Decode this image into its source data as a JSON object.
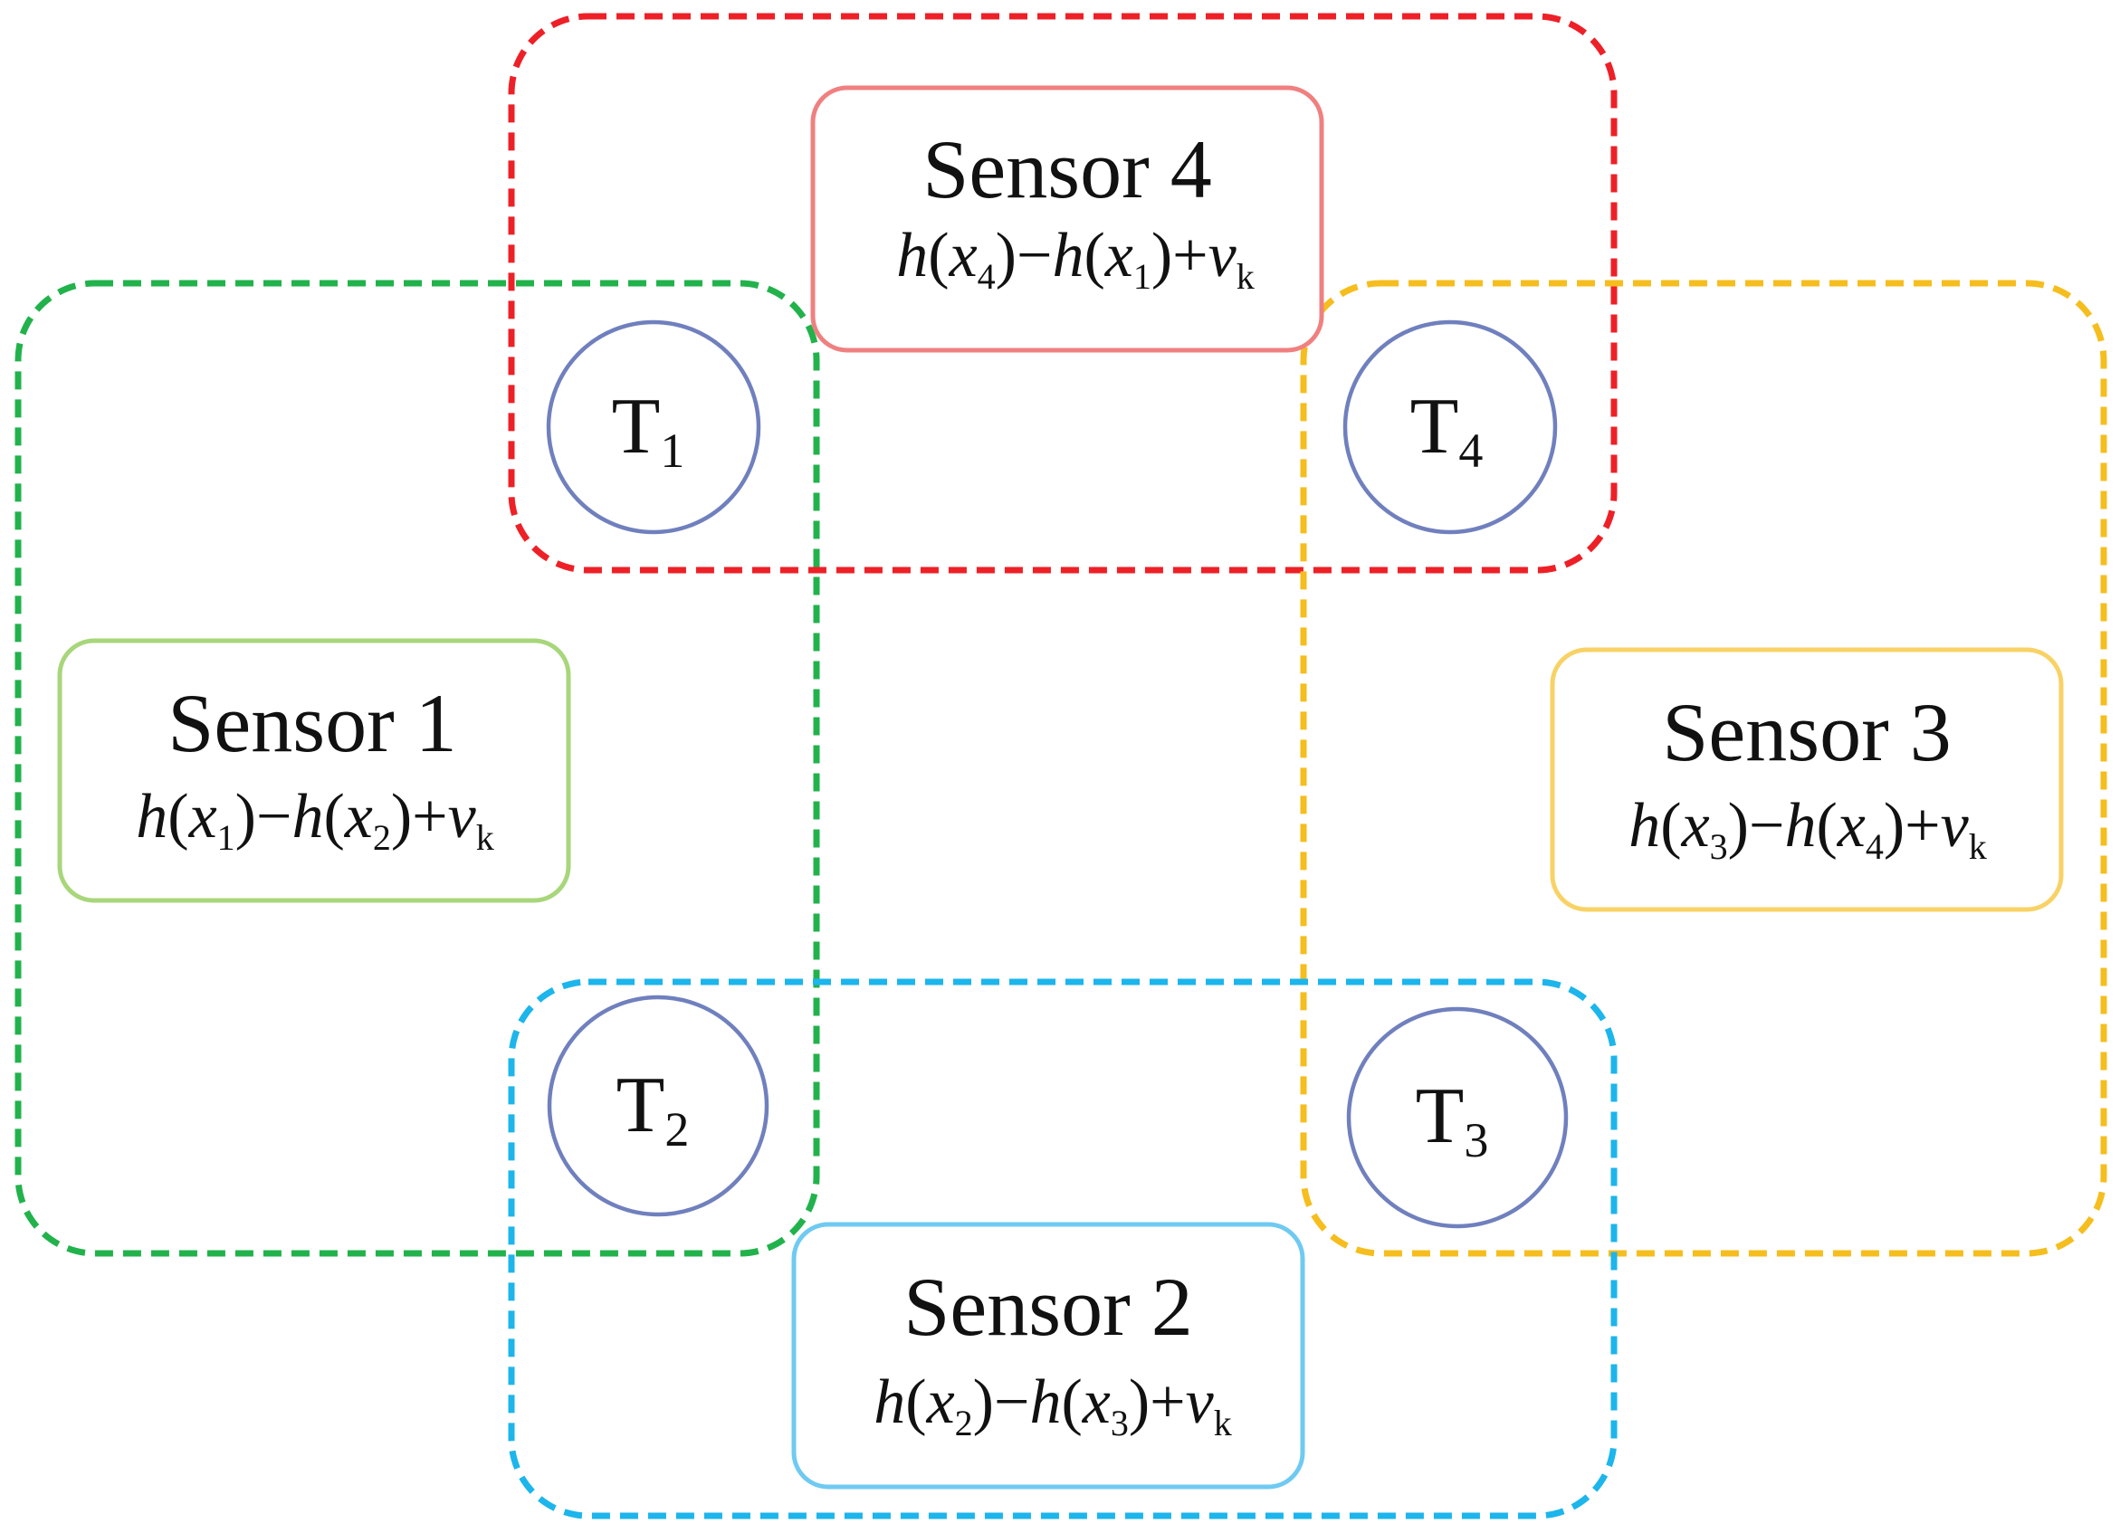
{
  "colors": {
    "sensor1": "#22b24c",
    "sensor1_box": "#a8d67a",
    "sensor2": "#1cb5ec",
    "sensor2_box": "#6fcaf2",
    "sensor3": "#f5be1e",
    "sensor3_box": "#f8d265",
    "sensor4": "#ee2027",
    "sensor4_box": "#f08080",
    "target": "#7080be"
  },
  "sensors": [
    {
      "title": "Sensor 1",
      "f1": "h",
      "f2": "(",
      "f3": "x",
      "f4": "1",
      "f5": ")−",
      "f6": "h",
      "f7": "(",
      "f8": "x",
      "f9": "2",
      "f10": ")+",
      "f11": "v",
      "f12": "k"
    },
    {
      "title": "Sensor 2",
      "f1": "h",
      "f2": "(",
      "f3": "x",
      "f4": "2",
      "f5": ")−",
      "f6": "h",
      "f7": "(",
      "f8": "x",
      "f9": "3",
      "f10": ")+",
      "f11": "v",
      "f12": "k"
    },
    {
      "title": "Sensor 3",
      "f1": "h",
      "f2": "(",
      "f3": "x",
      "f4": "3",
      "f5": ")−",
      "f6": "h",
      "f7": "(",
      "f8": "x",
      "f9": "4",
      "f10": ")+",
      "f11": "v",
      "f12": "k"
    },
    {
      "title": "Sensor 4",
      "f1": "h",
      "f2": "(",
      "f3": "x",
      "f4": "4",
      "f5": ")−",
      "f6": "h",
      "f7": "(",
      "f8": "x",
      "f9": "1",
      "f10": ")+",
      "f11": "v",
      "f12": "k"
    }
  ],
  "targets": [
    {
      "letter": "T",
      "index": "1"
    },
    {
      "letter": "T",
      "index": "2"
    },
    {
      "letter": "T",
      "index": "3"
    },
    {
      "letter": "T",
      "index": "4"
    }
  ]
}
